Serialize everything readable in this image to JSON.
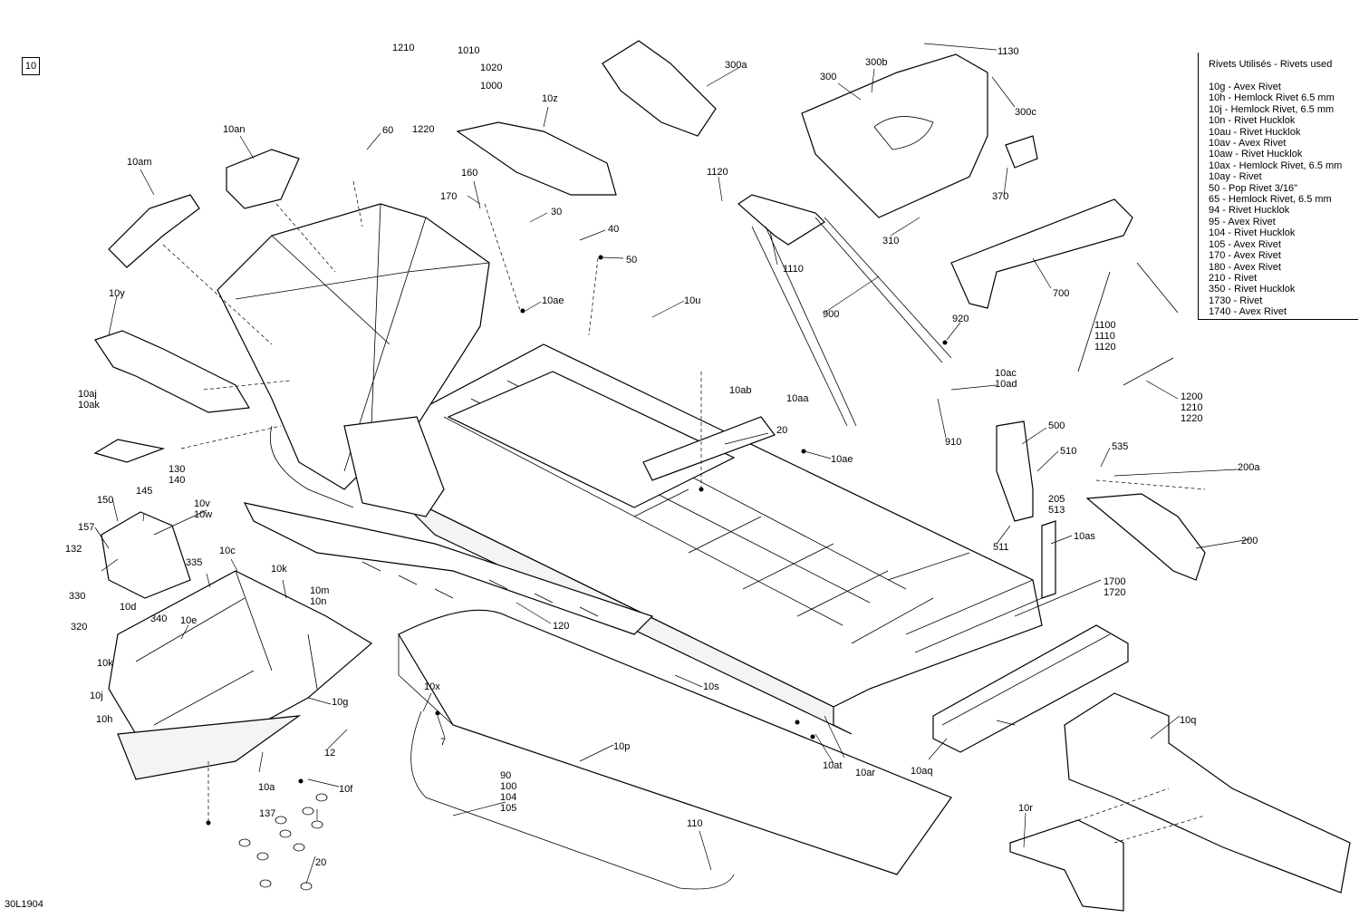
{
  "section_tag": "10",
  "doc_number": "30L1904",
  "legend": {
    "title": "Rivets Utilisés - Rivets used",
    "items": [
      "10g - Avex Rivet",
      "10h - Hemlock Rivet 6.5 mm",
      "10j - Hemlock Rivet, 6.5 mm",
      "10n - Rivet Hucklok",
      "10au - Rivet Hucklok",
      "10av - Avex Rivet",
      "10aw - Rivet Hucklok",
      "10ax - Hemlock Rivet, 6.5 mm",
      "10ay - Rivet",
      "50 - Pop Rivet 3/16\"",
      "65 - Hemlock Rivet, 6.5 mm",
      "94 - Rivet Hucklok",
      "95 - Avex Rivet",
      "104 - Rivet Hucklok",
      "105 - Avex Rivet",
      "170 - Avex Rivet",
      "180 - Avex Rivet",
      "210 - Rivet",
      "350 - Rivet Hucklok",
      "1730 - Rivet",
      "1740 - Avex Rivet"
    ]
  },
  "labels": {
    "l1210a": "1210",
    "l1010": "1010",
    "l1020": "1020",
    "l1000": "1000",
    "l1220a": "1220",
    "l300a": "300a",
    "l1130": "1130",
    "l300": "300",
    "l300b": "300b",
    "l300c": "300c",
    "l10z": "10z",
    "l60": "60",
    "l10an": "10an",
    "l10am": "10am",
    "l160": "160",
    "l170": "170",
    "l30": "30",
    "l40": "40",
    "l50": "50",
    "l1120": "1120",
    "l370": "370",
    "l310": "310",
    "l1110": "1110",
    "l700": "700",
    "l10y": "10y",
    "l10ae1": "10ae",
    "l10u": "10u",
    "l900": "900",
    "l920": "920",
    "l1100": "1100\n1110\n1120",
    "l10aj": "10aj\n10ak",
    "l10ab": "10ab",
    "l10aa": "10aa",
    "l10ac": "10ac\n10ad",
    "l1200": "1200\n1210\n1220",
    "l910": "910",
    "l20a": "20",
    "l500": "500",
    "l10ae2": "10ae",
    "l510": "510",
    "l535": "535",
    "l200a": "200a",
    "l130": "130\n140",
    "l145": "145",
    "l150": "150",
    "l10v": "10v\n10w",
    "l205": "205\n513",
    "l157": "157",
    "l132": "132",
    "l335": "335",
    "l10c": "10c",
    "l10k1": "10k",
    "l511": "511",
    "l10as": "10as",
    "l200": "200",
    "l10m": "10m\n10n",
    "l330": "330",
    "l10d": "10d",
    "l340": "340",
    "l10e": "10e",
    "l1700": "1700\n1720",
    "l120": "120",
    "l320": "320",
    "l10k2": "10k",
    "l10s": "10s",
    "l10j": "10j",
    "l10x": "10x",
    "l10g": "10g",
    "l10h": "10h",
    "l7": "7",
    "l10q": "10q",
    "l12": "12",
    "l10p": "10p",
    "l10at": "10at",
    "l10ar": "10ar",
    "l10aq": "10aq",
    "l10a": "10a",
    "l10f": "10f",
    "l90": "90\n100\n104\n105",
    "l137": "137",
    "l20b": "20",
    "l110": "110",
    "l10r": "10r"
  }
}
